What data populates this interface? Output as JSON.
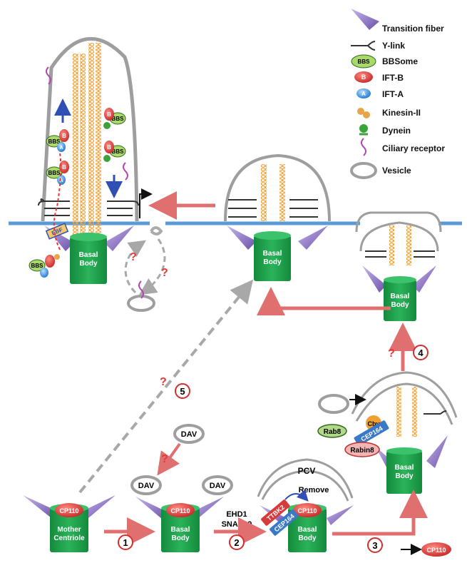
{
  "legend": {
    "transition_fiber": "Transition fiber",
    "y_link": "Y-link",
    "bbsome": "BBSome",
    "ift_b": "IFT-B",
    "ift_a": "IFT-A",
    "kinesin": "Kinesin-II",
    "dynein": "Dynein",
    "ciliary_receptor": "Ciliary receptor",
    "vesicle": "Vesicle"
  },
  "icons": {
    "bbs_badge": "BBS",
    "b_badge": "B",
    "a_badge": "A"
  },
  "labels": {
    "basal": "Basal",
    "body": "Body",
    "mother": "Mother",
    "centriole": "Centriole",
    "cp110": "CP110",
    "dav": "DAV",
    "pcv": "PCV",
    "remove": "Remove",
    "ehd1": "EHD1",
    "snap29": "SNAP29",
    "ttbk2": "TTBK2",
    "cep164": "CEP164",
    "cby": "Cby",
    "rab8": "Rab8",
    "rabin8": "Rabin8",
    "ebf": "EBF",
    "question": "?"
  },
  "steps": [
    "1",
    "2",
    "3",
    "4",
    "5"
  ],
  "colors": {
    "membrane": "#5b9bd5",
    "basal_body": "#1e9a4a",
    "transition_fiber": "#8a6fc0",
    "arrow_red": "#e07070",
    "cp110": "#d63a3a",
    "question": "#e53935"
  }
}
